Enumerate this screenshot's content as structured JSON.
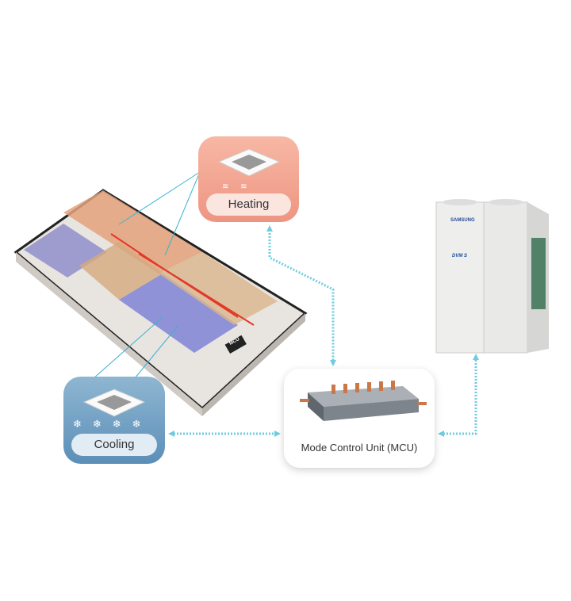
{
  "heating_card": {
    "label": "Heating",
    "color": "#ee9582"
  },
  "cooling_card": {
    "label": "Cooling",
    "color": "#5b8fb8"
  },
  "mcu_card": {
    "label": "Mode Control Unit (MCU)"
  },
  "building": {
    "mcu_tag": "MCU"
  },
  "outdoor_unit": {
    "brand": "SAMSUNG",
    "model_badge": "DVM S"
  },
  "connector_color": "#6fcde0"
}
